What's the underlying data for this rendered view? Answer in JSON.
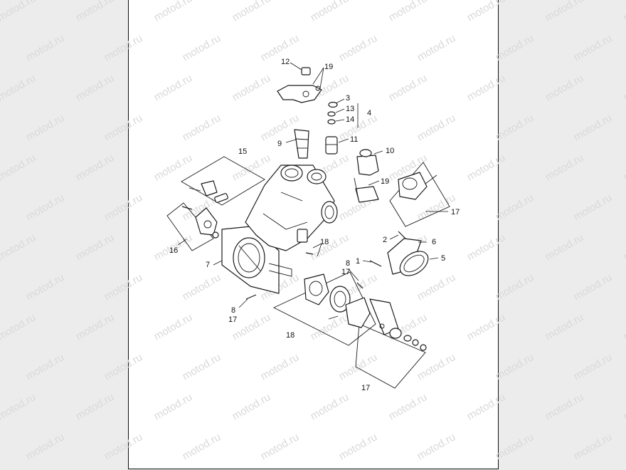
{
  "watermark": "motod.ru",
  "callouts": {
    "c1": "1",
    "c2": "2",
    "c3": "3",
    "c4": "4",
    "c5": "5",
    "c6": "6",
    "c7": "7",
    "c8a": "8",
    "c8b": "8",
    "c9": "9",
    "c10": "10",
    "c11": "11",
    "c12": "12",
    "c13": "13",
    "c14": "14",
    "c15": "15",
    "c16": "16",
    "c17a": "17",
    "c17b": "17",
    "c17c": "17",
    "c17d": "17",
    "c18a": "18",
    "c18b": "18",
    "c19a": "19",
    "c19b": "19"
  },
  "colors": {
    "background": "#ececec",
    "frame": "#ffffff",
    "line": "#1a1a1a",
    "watermark": "#d9d9d9"
  }
}
